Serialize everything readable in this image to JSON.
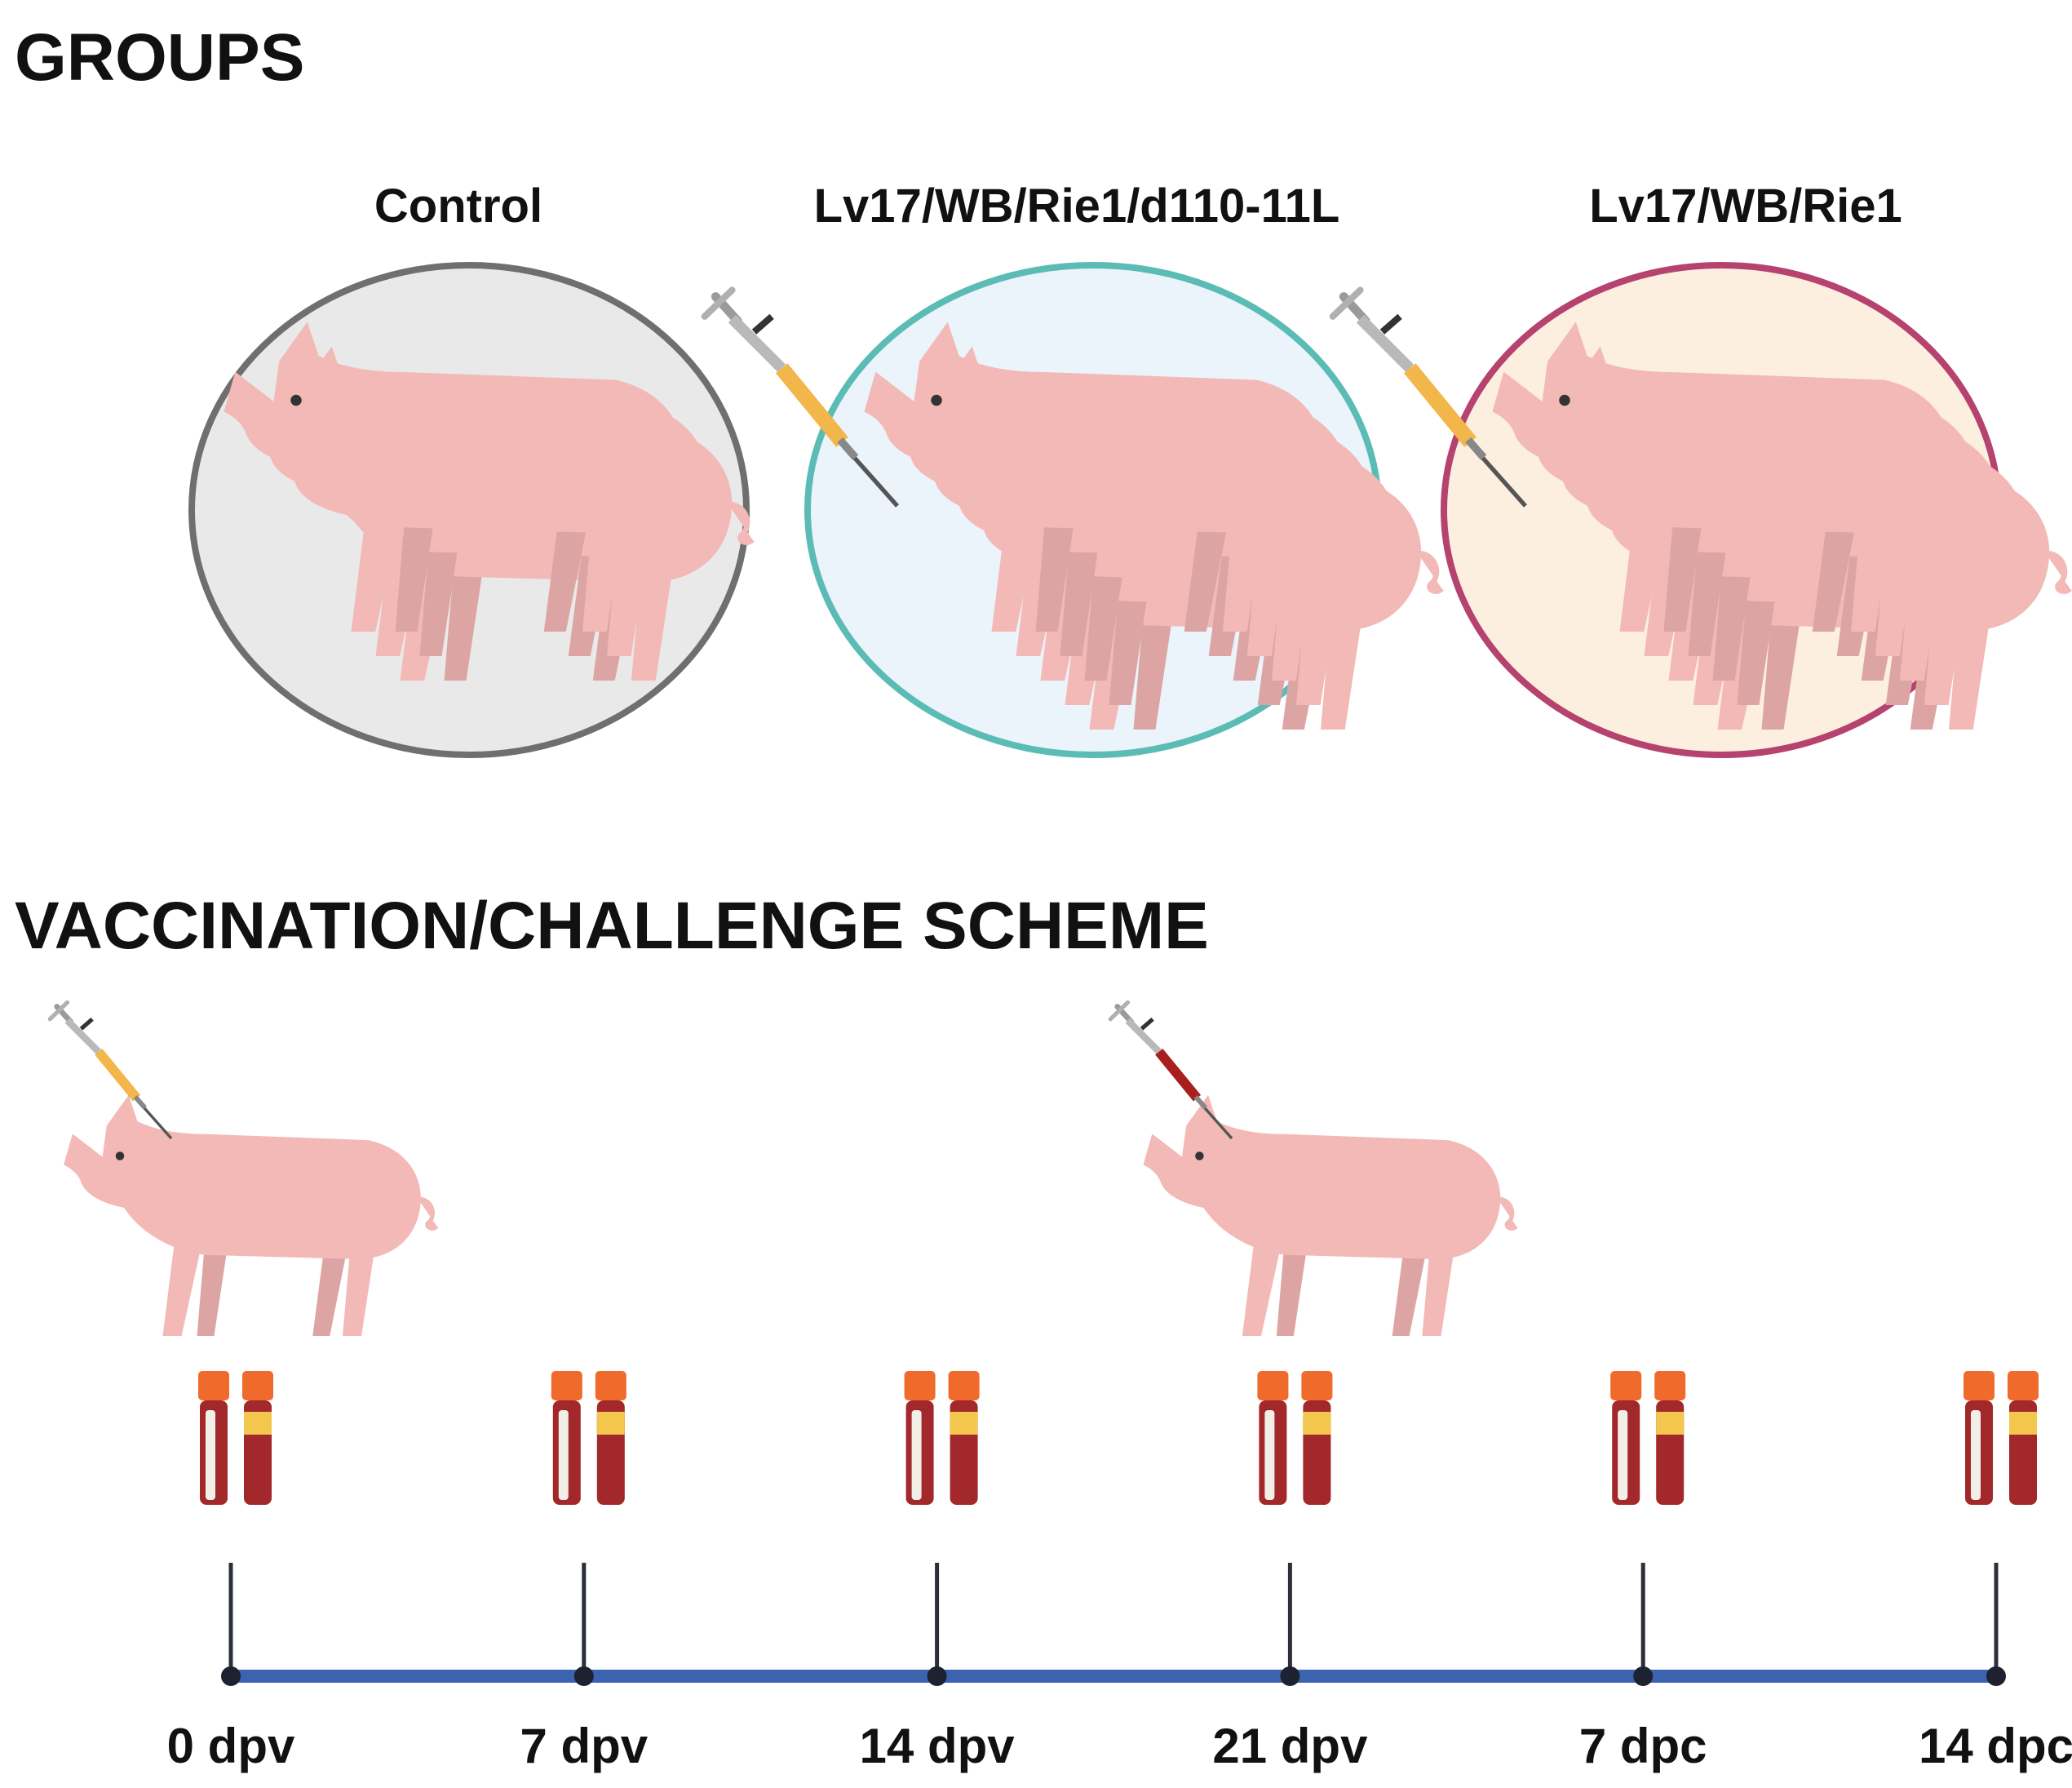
{
  "sections": {
    "groups_title": "GROUPS",
    "scheme_title": "VACCINATION/CHALLENGE SCHEME"
  },
  "groups": [
    {
      "label": "Control",
      "pig_count": 3,
      "syringe": false,
      "border_color": "#6f6f6f",
      "fill_color": "#e9e9e9"
    },
    {
      "label": "Lv17/WB/Rie1/d110-11L",
      "pig_count": 5,
      "syringe": true,
      "border_color": "#5bbcb5",
      "fill_color": "#ebf3fb"
    },
    {
      "label": "Lv17/WB/Rie1",
      "pig_count": 5,
      "syringe": true,
      "border_color": "#b5426f",
      "fill_color": "#fcefdf"
    }
  ],
  "timeline": {
    "points": [
      "0 dpv",
      "7 dpv",
      "14 dpv",
      "21 dpv",
      "7 dpc",
      "14 dpc"
    ],
    "blood_samples_at_every_point": true,
    "vaccination_point": "0 dpv",
    "challenge_point": "21 dpv",
    "line_color": "#3b63b0"
  },
  "colors": {
    "pig_body": "#f2b9b6",
    "pig_shadow": "#dca5a3",
    "vaccine_liquid": "#f3b64a",
    "challenge_liquid": "#a8201e",
    "tube_cap": "#f06a2b",
    "tube_blood": "#a3282b",
    "tube_serum": "#f3c74d"
  },
  "icons": [
    "pig-icon",
    "syringe-icon",
    "blood-tube-icon"
  ]
}
